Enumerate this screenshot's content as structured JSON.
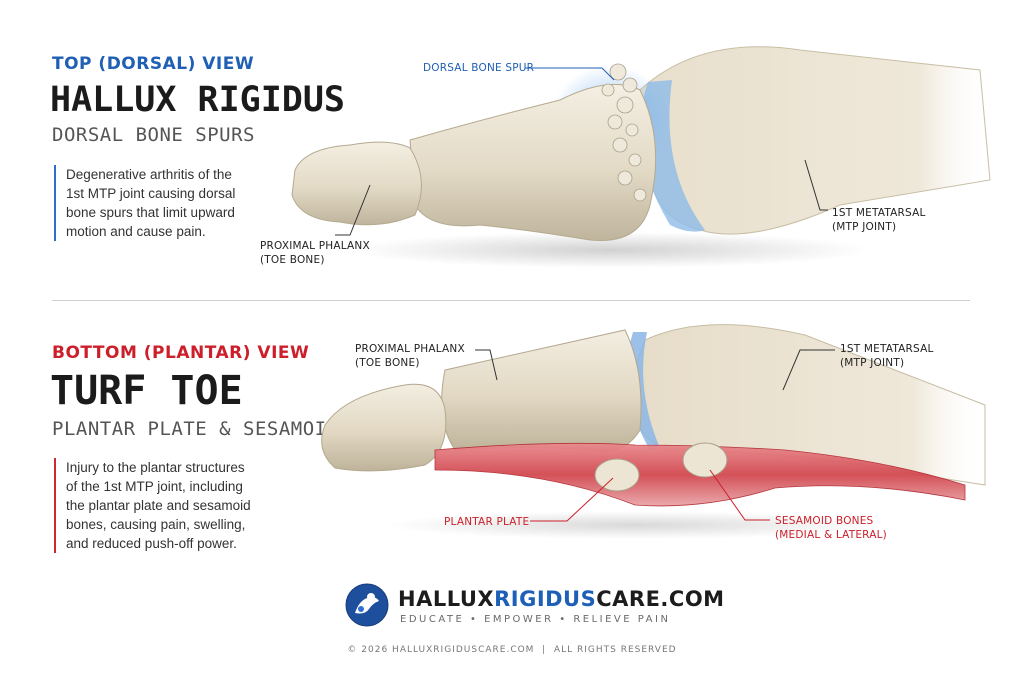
{
  "top": {
    "view_label": "TOP (DORSAL) VIEW",
    "title": "HALLUX RIGIDUS",
    "subtitle": "DORSAL BONE SPURS",
    "description_lines": [
      "Degenerative arthritis of the",
      "1st MTP joint causing dorsal",
      "bone spurs that limit upward",
      "motion and cause pain."
    ],
    "callouts": {
      "spur": "DORSAL BONE SPUR",
      "phalanx_line1": "PROXIMAL PHALANX",
      "phalanx_line2": "(TOE BONE)",
      "metatarsal_line1": "1ST METATARSAL",
      "metatarsal_line2": "(MTP JOINT)"
    },
    "accent_color": "#1f5fb4"
  },
  "bottom": {
    "view_label": "BOTTOM (PLANTAR) VIEW",
    "title": "TURF TOE",
    "subtitle": "PLANTAR PLATE & SESAMOIDS",
    "description_lines": [
      "Injury to the plantar structures",
      "of the 1st MTP joint, including",
      "the plantar plate and sesamoid",
      "bones, causing pain, swelling,",
      "and reduced push-off power."
    ],
    "callouts": {
      "phalanx_line1": "PROXIMAL PHALANX",
      "phalanx_line2": "(TOE BONE)",
      "metatarsal_line1": "1ST METATARSAL",
      "metatarsal_line2": "(MTP JOINT)",
      "plate": "PLANTAR PLATE",
      "sesamoid_line1": "SESAMOID BONES",
      "sesamoid_line2": "(MEDIAL & LATERAL)"
    },
    "accent_color": "#cc1f2a"
  },
  "brand": {
    "name_part1": "HALLUX",
    "name_part2": "RIGIDUS",
    "name_part3": "CARE.COM",
    "tagline": "EDUCATE • EMPOWER • RELIEVE PAIN",
    "logo_icon": "foot-joint-logo-icon",
    "accent_color": "#1e5fb8"
  },
  "footer": {
    "copyright": "© 2026 HALLUXRIGIDUSCARE.COM  |  ALL RIGHTS RESERVED"
  }
}
